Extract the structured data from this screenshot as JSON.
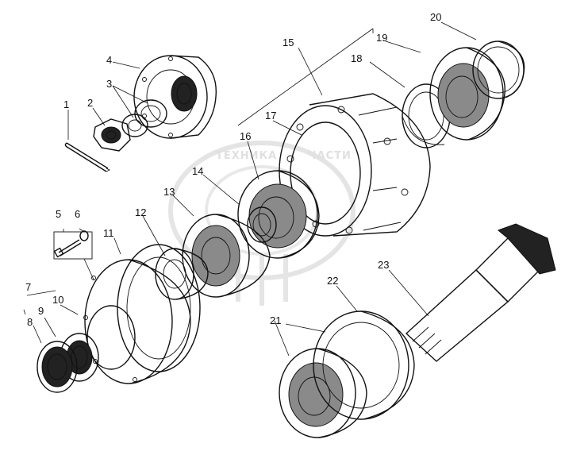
{
  "watermark": {
    "text_left": "ТЕХНИКА",
    "text_right": "ЧАСТИ"
  },
  "callouts": [
    "1",
    "2",
    "3",
    "4",
    "5",
    "6",
    "7",
    "8",
    "9",
    "10",
    "11",
    "12",
    "13",
    "14",
    "15",
    "16",
    "17",
    "18",
    "19",
    "20",
    "21",
    "22",
    "23"
  ],
  "colors": {
    "ink": "#111111",
    "watermark": "#c7c7c7",
    "background": "#ffffff"
  }
}
